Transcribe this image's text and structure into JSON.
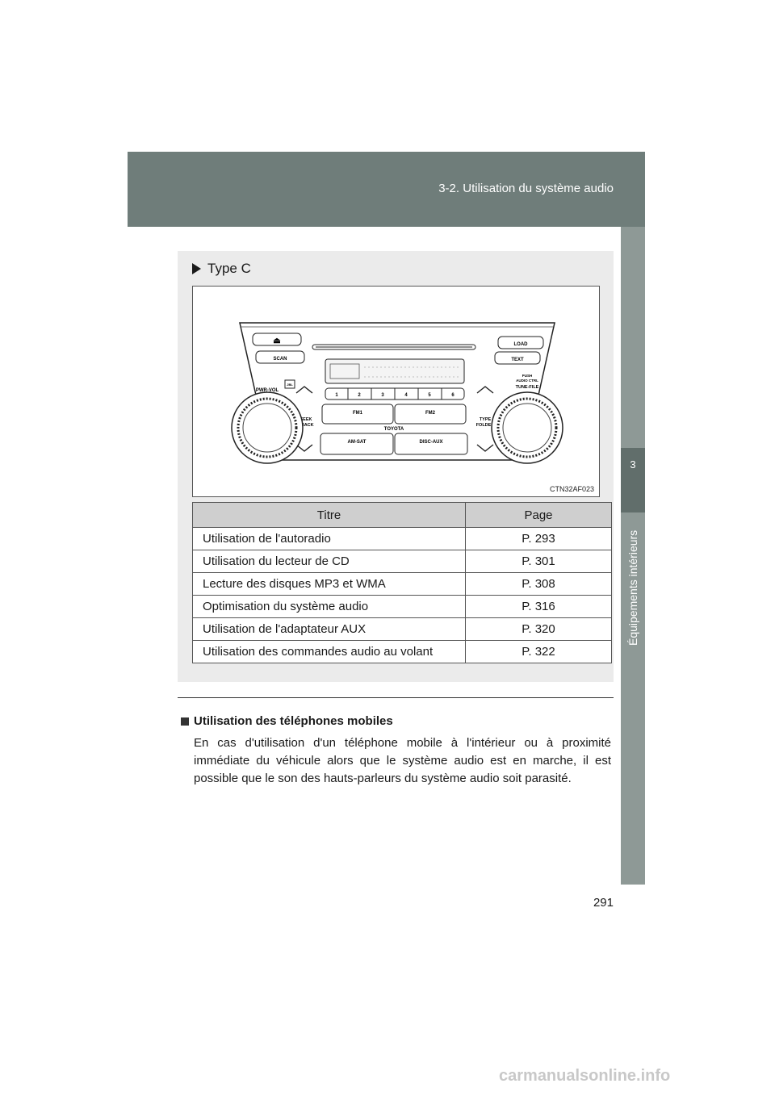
{
  "header": {
    "section": "3-2. Utilisation du système audio"
  },
  "side_tab": {
    "number": "3",
    "label": "Équipements intérieurs"
  },
  "panel": {
    "type_label": "Type C",
    "figure_code": "CTN32AF023",
    "radio_labels": {
      "eject": "⏏",
      "scan": "SCAN",
      "load": "LOAD",
      "text": "TEXT",
      "pwr_vol": "PWR-VOL",
      "jbl": "JBL",
      "push": "PUSH",
      "audio_ctrl": "AUDIO CTRL",
      "tune_file": "TUNE-FILE",
      "seek": "SEEK",
      "track": "TRACK",
      "type": "TYPE",
      "folder": "FOLDER",
      "fm1": "FM1",
      "fm2": "FM2",
      "brand": "TOYOTA",
      "am_sat": "AM-SAT",
      "disc_aux": "DISC-AUX",
      "presets": [
        "1",
        "2",
        "3",
        "4",
        "5",
        "6"
      ]
    },
    "table": {
      "headers": [
        "Titre",
        "Page"
      ],
      "rows": [
        [
          "Utilisation de l'autoradio",
          "P. 293"
        ],
        [
          "Utilisation du lecteur de CD",
          "P. 301"
        ],
        [
          "Lecture des disques MP3 et WMA",
          "P. 308"
        ],
        [
          "Optimisation du système audio",
          "P. 316"
        ],
        [
          "Utilisation de l'adaptateur AUX",
          "P. 320"
        ],
        [
          "Utilisation des commandes audio au volant",
          "P. 322"
        ]
      ]
    }
  },
  "note": {
    "title": "Utilisation des téléphones mobiles",
    "body": "En cas d'utilisation d'un téléphone mobile à l'intérieur ou à proximité immédiate du véhicule alors que le système audio est en marche, il est possible que le son des hauts-parleurs du système audio soit parasité."
  },
  "page_number": "291",
  "watermark": "carmanualsonline.info"
}
